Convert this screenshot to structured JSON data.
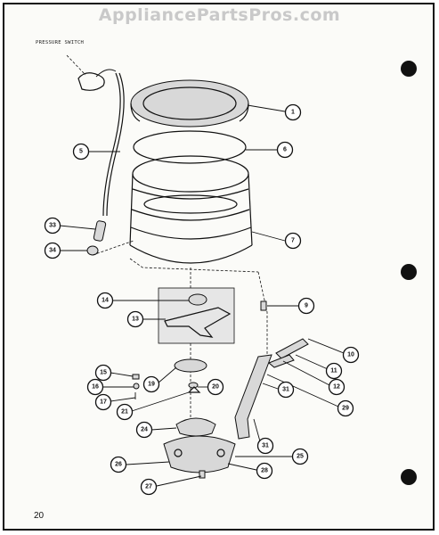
{
  "watermark": "AppliancePartsPros.com",
  "page_number": "20",
  "pressure_switch_label": "PRESSURE SWITCH",
  "callouts": [
    {
      "id": "c1",
      "label": "1"
    },
    {
      "id": "c5",
      "label": "5"
    },
    {
      "id": "c6",
      "label": "6"
    },
    {
      "id": "c7",
      "label": "7"
    },
    {
      "id": "c9",
      "label": "9"
    },
    {
      "id": "c10",
      "label": "10"
    },
    {
      "id": "c11",
      "label": "11"
    },
    {
      "id": "c12",
      "label": "12"
    },
    {
      "id": "c13",
      "label": "13"
    },
    {
      "id": "c14",
      "label": "14"
    },
    {
      "id": "c15",
      "label": "15"
    },
    {
      "id": "c16",
      "label": "16"
    },
    {
      "id": "c17",
      "label": "17"
    },
    {
      "id": "c19",
      "label": "19"
    },
    {
      "id": "c20",
      "label": "20"
    },
    {
      "id": "c21",
      "label": "21"
    },
    {
      "id": "c24",
      "label": "24"
    },
    {
      "id": "c25",
      "label": "25"
    },
    {
      "id": "c26",
      "label": "26"
    },
    {
      "id": "c27",
      "label": "27"
    },
    {
      "id": "c28",
      "label": "28"
    },
    {
      "id": "c29",
      "label": "29"
    },
    {
      "id": "c31a",
      "label": "31"
    },
    {
      "id": "c31b",
      "label": "31"
    },
    {
      "id": "c33",
      "label": "33"
    },
    {
      "id": "c34",
      "label": "34"
    }
  ]
}
